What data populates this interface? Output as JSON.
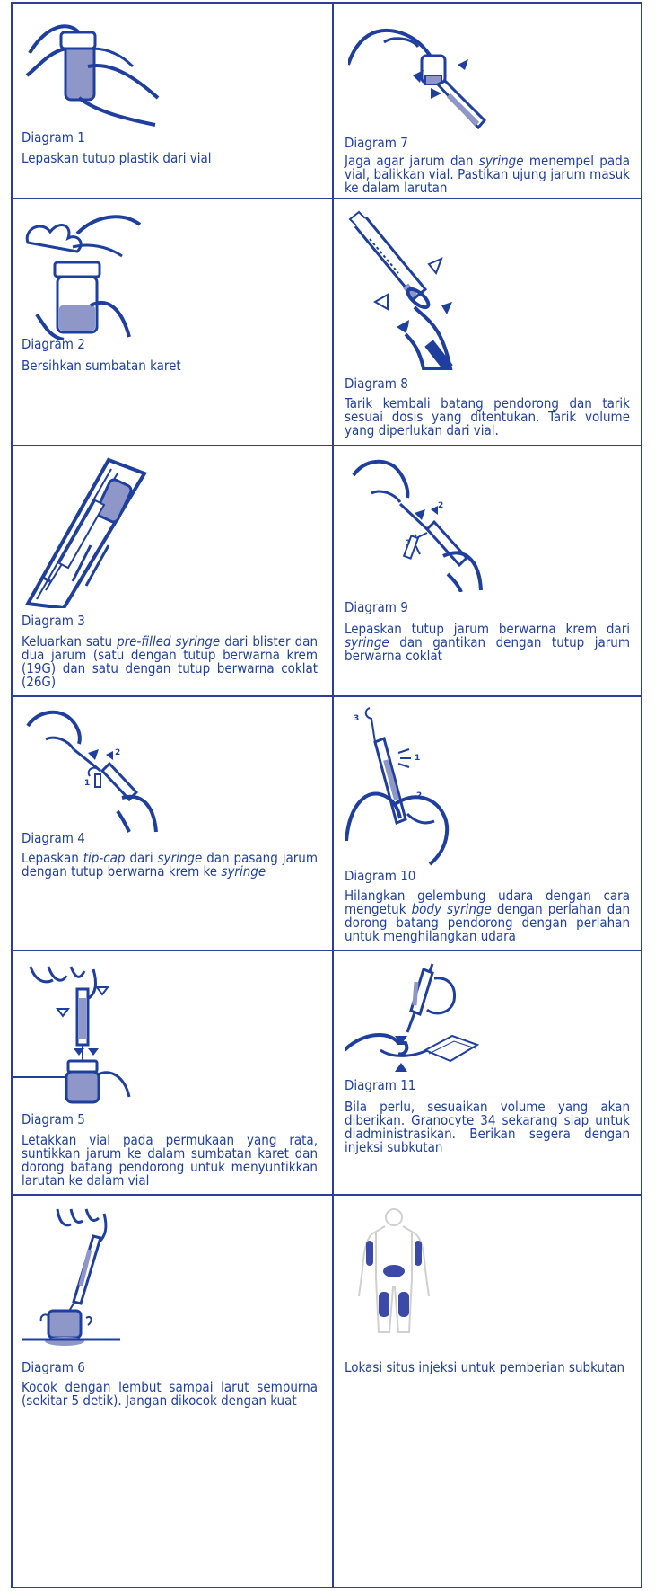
{
  "steps": {
    "d1": {
      "caption": "Diagram 1",
      "text": "Lepaskan tutup plastik dari vial"
    },
    "d2": {
      "caption": "Diagram 2",
      "text": "Bersihkan sumbatan karet"
    },
    "d3": {
      "caption": "Diagram 3",
      "t1": "Keluarkan satu ",
      "t2": "pre-filled syringe",
      "t3": " dari blister dan dua jarum  (satu dengan tutup berwarna krem (19G) dan satu dengan tutup berwarna coklat (26G)"
    },
    "d4": {
      "caption": "Diagram 4",
      "t1": "Lepaskan ",
      "t2": "tip-cap",
      "t3": " dari ",
      "t4": "syringe",
      "t5": " dan pasang jarum dengan tutup berwarna krem ke ",
      "t6": "syringe"
    },
    "d5": {
      "caption": "Diagram 5",
      "text": "Letakkan vial pada permukaan yang rata, suntikkan jarum ke dalam sumbatan karet dan dorong batang pendorong untuk menyuntikkan larutan ke dalam vial"
    },
    "d6": {
      "caption": "Diagram 6",
      "text": "Kocok dengan lembut sampai larut sempurna (sekitar 5 detik). Jangan dikocok dengan kuat"
    },
    "d7": {
      "caption": "Diagram 7",
      "t1": "Jaga agar jarum dan ",
      "t2": "syringe",
      "t3": " menempel pada vial, balikkan vial. Pastikan ujung jarum masuk ke dalam larutan"
    },
    "d8": {
      "caption": "Diagram 8",
      "text": "Tarik kembali batang pendorong dan tarik sesuai dosis yang ditentukan. Tarik volume yang diperlukan dari vial."
    },
    "d9": {
      "caption": "Diagram 9",
      "t1": "Lepaskan tutup jarum berwarna krem dari ",
      "t2": "syringe",
      "t3": "  dan gantikan dengan tutup jarum berwarna coklat"
    },
    "d10": {
      "caption": "Diagram 10",
      "t1": "Hilangkan gelembung udara dengan cara mengetuk ",
      "t2": "body syringe",
      "t3": " dengan perlahan dan dorong batang pendorong dengan perlahan untuk menghilangkan udara"
    },
    "d11": {
      "caption": "Diagram 11",
      "text": "Bila perlu, sesuaikan volume yang akan diberikan. Granocyte 34 sekarang siap untuk diadministrasikan. Berikan segera dengan injeksi subkutan"
    },
    "d12": {
      "text": "Lokasi situs injeksi untuk pemberian subkutan"
    }
  },
  "labels": {
    "one": "1",
    "two": "2",
    "three": "3"
  },
  "colors": {
    "border": "#2c3e9a",
    "ink": "#1f3f9f",
    "fill": "#8f96c8"
  }
}
